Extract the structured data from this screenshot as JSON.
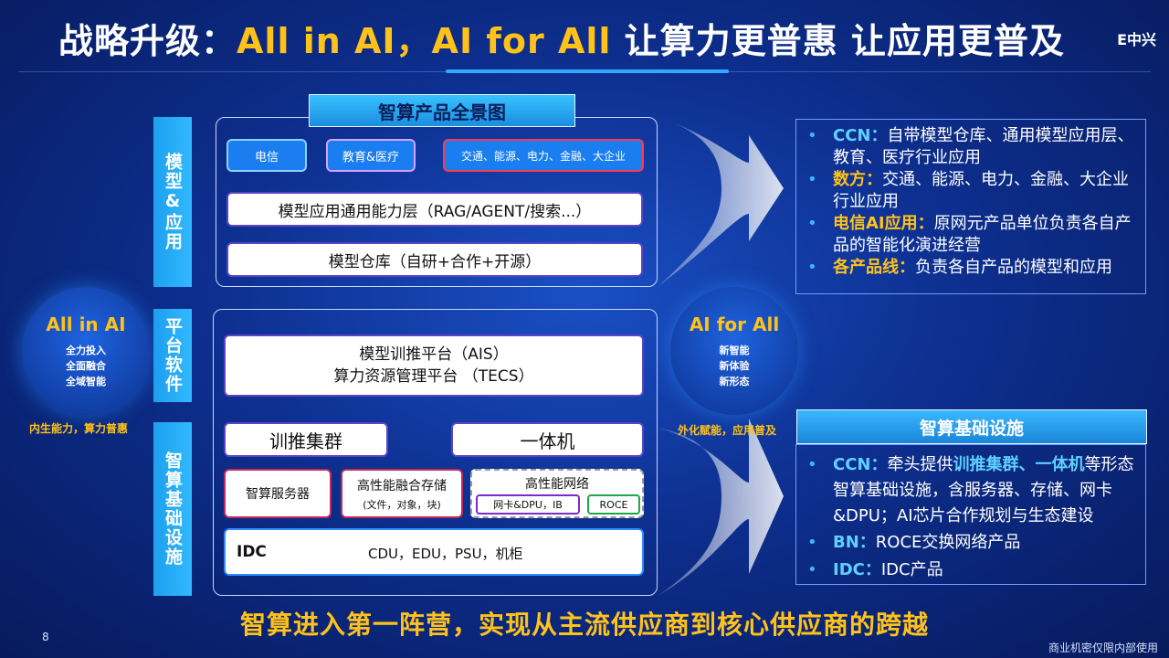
{
  "title": {
    "prefix": "战略升级：",
    "highlight": "All in AI，AI for All",
    "suffix": " 让算力更普惠 让应用更普及"
  },
  "brand": "E中兴",
  "labels": {
    "model_app": "模型&应用",
    "platform": "平台软件",
    "infra": "智算基础设施"
  },
  "panorama_tag": "智算产品全景图",
  "model": {
    "chips": [
      "电信",
      "教育&医疗",
      "交通、能源、电力、金融、大企业"
    ],
    "app_layer": "模型应用通用能力层（RAG/AGENT/搜索...）",
    "repo": "模型仓库（自研+合作+开源）"
  },
  "platform": {
    "line1": "模型训推平台（AIS）",
    "line2": "算力资源管理平台 （TECS）"
  },
  "infra": {
    "cluster": "训推集群",
    "all_in_one": "一体机",
    "server": "智算服务器",
    "storage": "高性能融合存储",
    "storage_sub": "(文件，对象，块)",
    "network": "高性能网络",
    "nic": "网卡&DPU，IB",
    "roce": "ROCE",
    "idc_label": "IDC",
    "idc_items": "CDU，EDU，PSU，机柜"
  },
  "left_circle": {
    "title": "All in AI",
    "lines": [
      "全力投入",
      "全面融合",
      "全域智能"
    ],
    "note": "内生能力，算力普惠"
  },
  "right_circle": {
    "title": "AI for All",
    "lines": [
      "新智能",
      "新体验",
      "新形态"
    ],
    "note": "外化赋能，应用普及"
  },
  "top_right": [
    {
      "key": "CCN：",
      "text": "自带模型仓库、通用模型应用层、教育、医疗行业应用"
    },
    {
      "key": "数方：",
      "text": "交通、能源、电力、金融、大企业行业应用"
    },
    {
      "key": "电信AI应用：",
      "text": "原网元产品单位负责各自产品的智能化演进经营"
    },
    {
      "key": "各产品线：",
      "text": "负责各自产品的模型和应用"
    }
  ],
  "infra_box": {
    "title": "智算基础设施",
    "ccn_key": "CCN：",
    "ccn_pre": "牵头提供",
    "ccn_hl": "训推集群、一体机",
    "ccn_post": "等形态智算基础设施，含服务器、存储、网卡&DPU；AI芯片合作规划与生态建设",
    "bn_key": "BN：",
    "bn_text": "ROCE交换网络产品",
    "idc_key": "IDC：",
    "idc_text": "IDC产品"
  },
  "bottom_slogan": "智算进入第一阵营，实现从主流供应商到核心供应商的跨越",
  "page_number": "8",
  "confidential": "商业机密仅限内部使用",
  "colors": {
    "accent_yellow": "#ffc21a",
    "accent_blue": "#2fa8ff",
    "background": "#0d2f8f"
  }
}
